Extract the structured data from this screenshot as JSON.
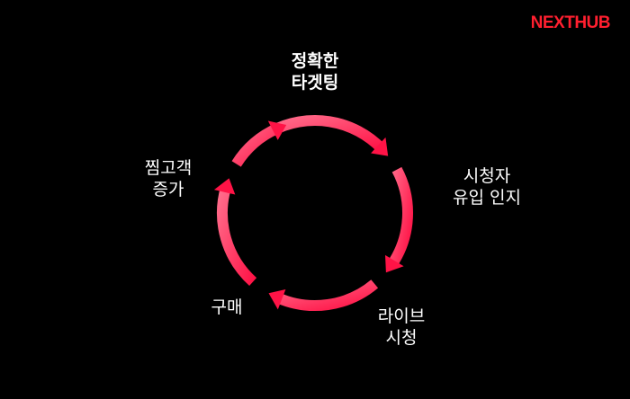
{
  "brand": {
    "logo_text": "NEXTHUB",
    "logo_color": "#ff1f2f"
  },
  "cycle": {
    "arrow_color_start": "#ff6b8a",
    "arrow_color_end": "#ff1346",
    "steps": [
      {
        "line1": "정확한",
        "line2": "타겟팅",
        "emphasis": true
      },
      {
        "line1": "시청자",
        "line2": "유입 인지",
        "emphasis": false
      },
      {
        "line1": "라이브",
        "line2": "시청",
        "emphasis": false
      },
      {
        "line1": "구매",
        "line2": "",
        "emphasis": false
      },
      {
        "line1": "찜고객",
        "line2": "증가",
        "emphasis": false
      }
    ]
  }
}
